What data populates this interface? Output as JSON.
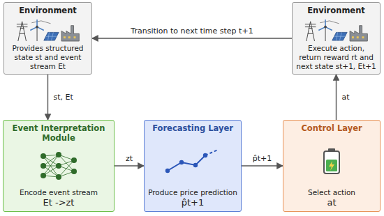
{
  "diagram": {
    "nodes": [
      {
        "text": [
          "Environment",
          "Provides structured state st and event stream Et"
        ]
      },
      {
        "text": [
          "Environment",
          "Execute action, return reward rt and next state st+1, Et+1"
        ]
      },
      {
        "text": [
          "Event Interpretation Module",
          "Encode event stream",
          "Et ->zt"
        ]
      },
      {
        "text": [
          "Forecasting Layer",
          "Produce price prediction",
          "p̂t+1"
        ]
      },
      {
        "text": [
          "Control Layer",
          "Select action",
          "at"
        ]
      }
    ],
    "edges": [
      {
        "from": 0,
        "to": 2,
        "arrow": "to",
        "label": "st, Et"
      },
      {
        "from": 2,
        "to": 3,
        "arrow": "to",
        "label": "zt"
      },
      {
        "from": 3,
        "to": 4,
        "arrow": "to",
        "label": "p̂t+1"
      },
      {
        "from": 4,
        "to": 1,
        "arrow": "to",
        "label": "at"
      },
      {
        "from": 1,
        "to": 0,
        "arrow": "to",
        "label": "Transition to next time step t+1"
      }
    ]
  }
}
